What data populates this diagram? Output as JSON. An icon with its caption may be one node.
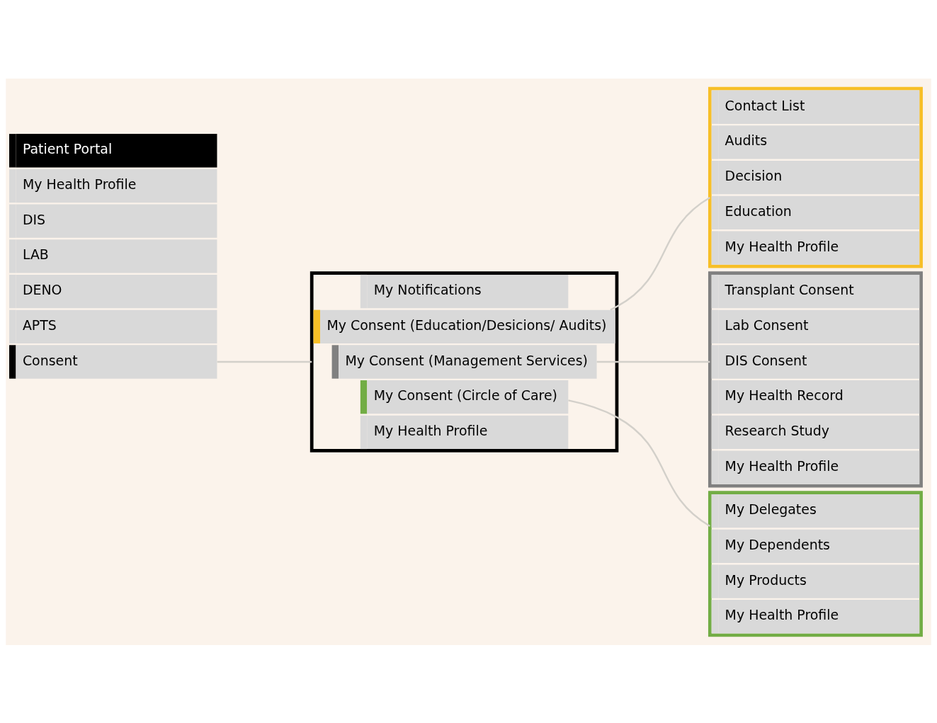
{
  "diagram": {
    "nodes": [
      {
        "text": [
          "Patient Portal"
        ]
      },
      {
        "text": [
          "My Health Profile"
        ]
      },
      {
        "text": [
          "DIS"
        ]
      },
      {
        "text": [
          "LAB"
        ]
      },
      {
        "text": [
          "DENO"
        ]
      },
      {
        "text": [
          "APTS"
        ]
      },
      {
        "text": [
          "Consent"
        ]
      },
      {
        "text": [],
        "shape": "box"
      },
      {
        "text": [
          "My Health Profile"
        ],
        "in": 7
      },
      {
        "text": [
          "My Consent (Education/Desicions/ Audits)"
        ],
        "in": 7
      },
      {
        "text": [
          "My Consent (Management Services)"
        ],
        "in": 7
      },
      {
        "text": [
          "My Consent (Circle of Care)"
        ],
        "in": 7
      },
      {
        "text": [
          "My Notifications"
        ],
        "in": 7
      },
      {
        "text": [],
        "shape": "box"
      },
      {
        "text": [
          "My Health Profile"
        ],
        "in": 13
      },
      {
        "text": [
          "Education"
        ],
        "in": 13
      },
      {
        "text": [
          "Decision"
        ],
        "in": 13
      },
      {
        "text": [
          "Audits"
        ],
        "in": 13
      },
      {
        "text": [
          "Contact List"
        ],
        "in": 13
      },
      {
        "text": [],
        "shape": "box"
      },
      {
        "text": [
          "My Health Profile"
        ],
        "in": 19
      },
      {
        "text": [
          "Research Study"
        ],
        "in": 19
      },
      {
        "text": [
          "My Health Record"
        ],
        "in": 19
      },
      {
        "text": [
          "DIS Consent"
        ],
        "in": 19
      },
      {
        "text": [
          "Lab Consent"
        ],
        "in": 19
      },
      {
        "text": [
          "Transplant Consent"
        ],
        "in": 19
      },
      {
        "text": [],
        "shape": "box"
      },
      {
        "text": [
          "My Health Profile"
        ],
        "in": 26
      },
      {
        "text": [
          "My Products"
        ],
        "in": 26
      },
      {
        "text": [
          "My Dependents"
        ],
        "in": 26
      },
      {
        "text": [
          "My Delegates"
        ],
        "in": 26
      }
    ],
    "edges": [
      {
        "from": 6,
        "to": 7,
        "arrow": "none"
      },
      {
        "from": 9,
        "to": 13,
        "arrow": "none"
      },
      {
        "from": 10,
        "to": 19,
        "arrow": "none"
      },
      {
        "from": 11,
        "to": 26,
        "arrow": "none"
      }
    ]
  }
}
